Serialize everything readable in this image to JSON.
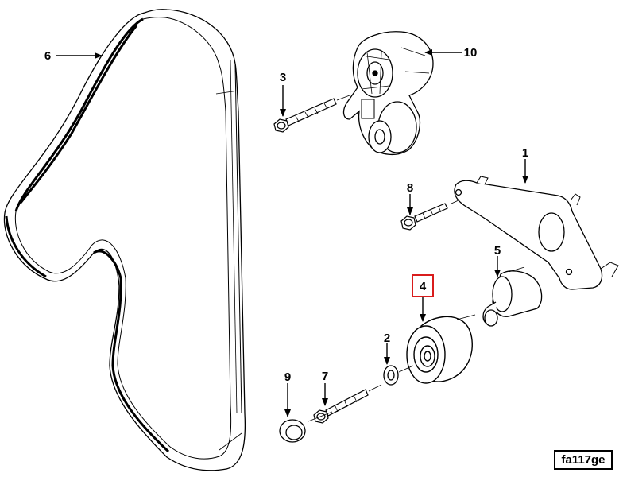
{
  "callouts": [
    {
      "id": "1",
      "label": "1"
    },
    {
      "id": "2",
      "label": "2"
    },
    {
      "id": "3",
      "label": "3"
    },
    {
      "id": "4",
      "label": "4"
    },
    {
      "id": "5",
      "label": "5"
    },
    {
      "id": "6",
      "label": "6"
    },
    {
      "id": "7",
      "label": "7"
    },
    {
      "id": "8",
      "label": "8"
    },
    {
      "id": "9",
      "label": "9"
    },
    {
      "id": "10",
      "label": "10"
    }
  ],
  "highlighted_callout": "4",
  "highlight_color": "#d91c1c",
  "reference_code": "fa117ge"
}
